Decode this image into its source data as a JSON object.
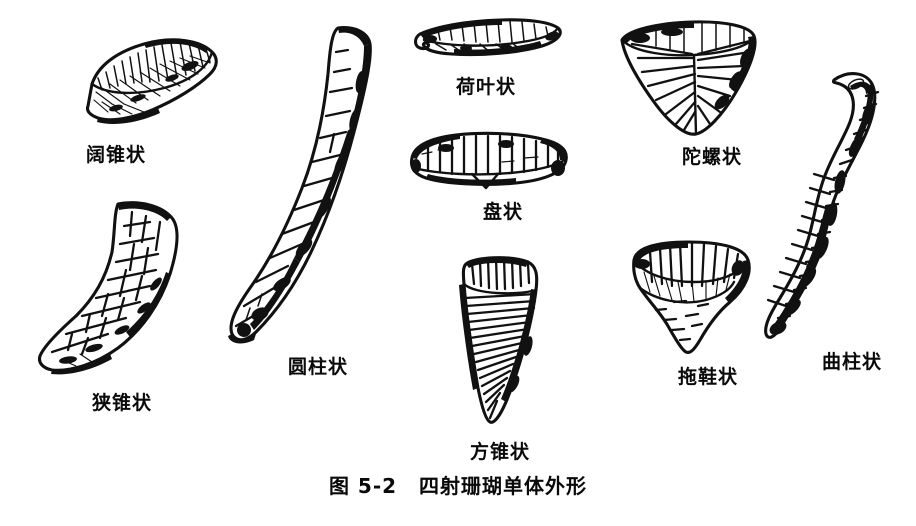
{
  "figure": {
    "caption_number": "图 5-2",
    "caption_text": "四射珊瑚单体外形",
    "background_color": "#ffffff",
    "ink_color": "#111111"
  },
  "specimens": [
    {
      "id": "broad-cone",
      "label": "阔锥状",
      "position": "top-left",
      "description": "wide flared conical corallum, curved, calice opening at upper left"
    },
    {
      "id": "narrow-cone",
      "label": "狭锥状",
      "position": "left",
      "description": "slender curved horn-shaped corallum with cross hatched growth lines"
    },
    {
      "id": "cylindrical",
      "label": "圆柱状",
      "position": "center-left",
      "description": "long slightly bent cylindrical corallum"
    },
    {
      "id": "lotus-leaf",
      "label": "荷叶状",
      "position": "top-center",
      "description": "flat undulating lotus leaf shaped corallum"
    },
    {
      "id": "discoid",
      "label": "盘状",
      "position": "center",
      "description": "wide flat discoid corallum seen from the side"
    },
    {
      "id": "pyramidal-cone",
      "label": "方锥状",
      "position": "bottom-center",
      "description": "square pyramidal corallum with strong horizontal growth ridges"
    },
    {
      "id": "turbinate",
      "label": "陀螺状",
      "position": "top-right",
      "description": "spinning top shaped corallum, inverted triangle with radiating septa"
    },
    {
      "id": "slipper",
      "label": "拖鞋状",
      "position": "bottom-right",
      "description": "slipper shaped corallum with broad rounded calice"
    },
    {
      "id": "curved-column",
      "label": "曲柱状",
      "position": "right",
      "description": "sinuous S shaped columnar corallum with spiny talons"
    }
  ]
}
